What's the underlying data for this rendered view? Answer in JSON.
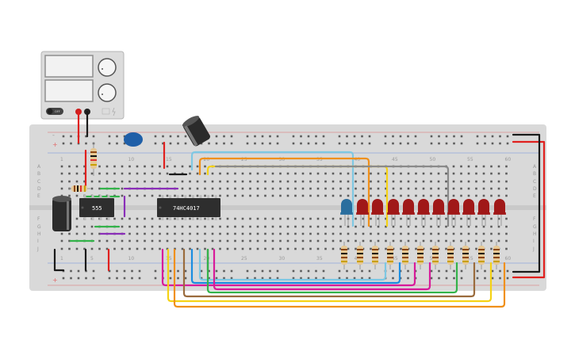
{
  "power_supply": {
    "switch_label": "OFF"
  },
  "chips": {
    "timer": "555",
    "counter": "74HC4017"
  },
  "column_numbers": [
    "1",
    "5",
    "10",
    "15",
    "20",
    "25",
    "30",
    "35",
    "40",
    "45",
    "50",
    "55",
    "60"
  ],
  "row_letters_top": [
    "A",
    "B",
    "C",
    "D",
    "E"
  ],
  "row_letters_bottom": [
    "F",
    "G",
    "H",
    "I",
    "J"
  ],
  "rail_sign_plus": "+",
  "rail_sign_minus": "-",
  "colors": {
    "red_wire": "#e0201e",
    "black_wire": "#1a1a1a",
    "blue_wire": "#1a8de0",
    "lightblue_wire": "#7ec8e3",
    "orange_wire": "#f0901a",
    "yellow_wire": "#f5d214",
    "green_wire": "#33b34a",
    "purple_wire": "#8a2eb8",
    "magenta_wire": "#d81b9a",
    "brown_wire": "#9a6b3d",
    "gray_wire": "#8a8a8a",
    "led_red": "#a01818",
    "led_blue": "#2a6e9e"
  }
}
